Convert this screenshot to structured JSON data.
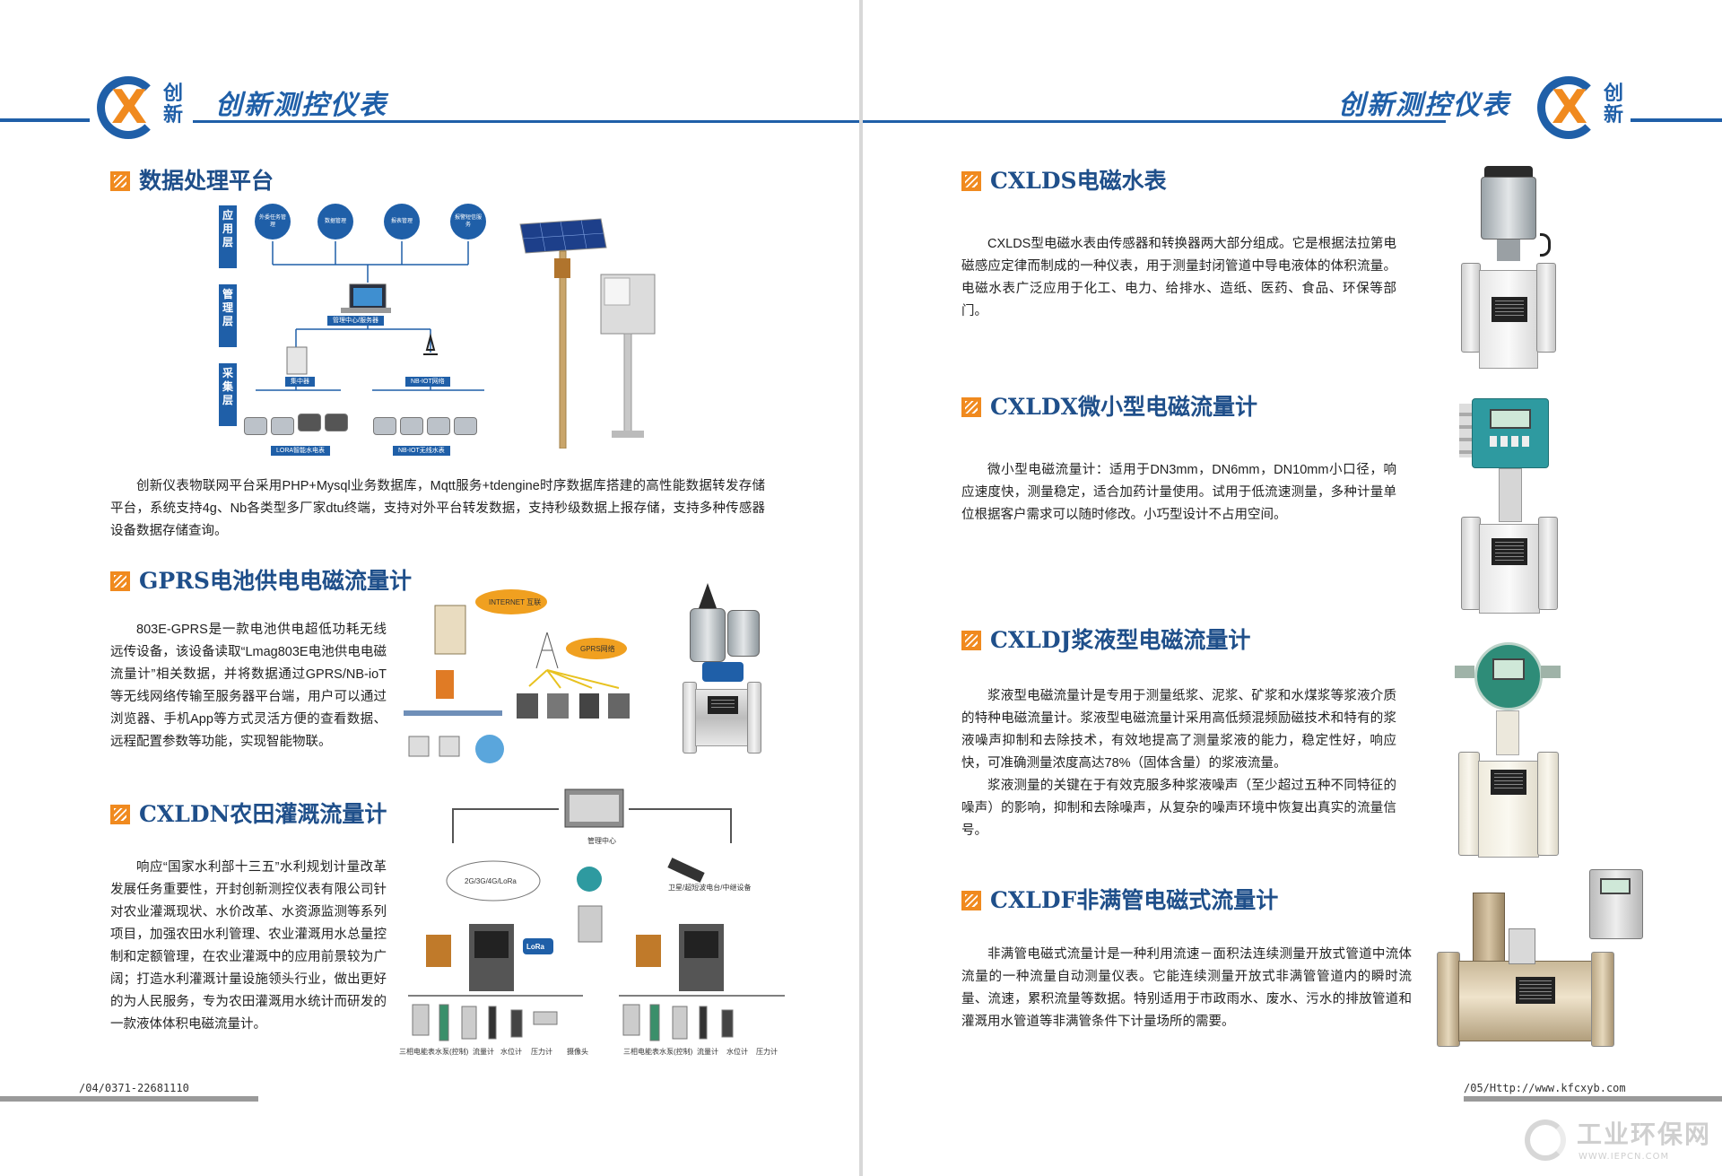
{
  "brand": {
    "logo_char_1": "创",
    "logo_char_2": "新",
    "name": "创新测控仪表"
  },
  "left_page": {
    "section1": {
      "title": "数据处理平台",
      "diagram": {
        "layers": [
          "应用层",
          "管理层",
          "采集层"
        ],
        "apps": [
          "外委任务管理",
          "数据管理",
          "报表管理",
          "报警短信服务"
        ],
        "server_label": "管理中心/服务器",
        "concentrator_label": "集中器",
        "nbiot_label": "NB-IOT网络",
        "lora_label": "LORA智能水电表",
        "nbiot_meter_label": "NB-IOT无线水表"
      },
      "text": "创新仪表物联网平台采用PHP+Mysql业务数据库，Mqtt服务+tdengine时序数据库搭建的高性能数据转发存储平台，系统支持4g、Nb各类型多厂家dtu终端，支持对外平台转发数据，支持秒级数据上报存储，支持多种传感器设备数据存储查询。"
    },
    "section2": {
      "title": "GPRS电池供电电磁流量计",
      "text": "803E-GPRS是一款电池供电超低功耗无线远传设备，该设备读取“Lmag803E电池供电电磁流量计”相关数据，并将数据通过GPRS/NB-ioT等无线网络传输至服务器平台端，用户可以通过浏览器、手机App等方式灵活方便的查看数据、远程配置参数等功能，实现智能物联。",
      "cloud_1": "INTERNET 互联",
      "cloud_2": "GPRS网络"
    },
    "section3": {
      "title": "CXLDN农田灌溉流量计",
      "text": "响应“国家水利部十三五”水利规划计量改革发展任务重要性，开封创新测控仪表有限公司针对农业灌溉现状、水价改革、水资源监测等系列项目，加强农田水利管理、农业灌溉用水总量控制和定额管理，在农业灌溉中的应用前景较为广阔；打造水利灌溉计量设施领头行业，做出更好的为人民服务，专为农田灌溉用水统计而研发的一款液体体积电磁流量计。",
      "diagram": {
        "center": "管理中心",
        "network": "2G/3G/4G/LoRa",
        "satellite": "卫星/超短波电台/中继设备",
        "lora": "LoRa",
        "devices_left": [
          "三相电能表",
          "水泵(控制)",
          "流量计",
          "水位计",
          "压力计",
          "摄像头"
        ],
        "devices_right": [
          "三相电能表",
          "水泵(控制)",
          "流量计",
          "水位计",
          "压力计"
        ]
      }
    },
    "footer": "/04/0371-22681110"
  },
  "right_page": {
    "section1": {
      "title": "CXLDS电磁水表",
      "text": "CXLDS型电磁水表由传感器和转换器两大部分组成。它是根据法拉第电磁感应定律而制成的一种仪表，用于测量封闭管道中导电液体的体积流量。电磁水表广泛应用于化工、电力、给排水、造纸、医药、食品、环保等部门。"
    },
    "section2": {
      "title": "CXLDX微小型电磁流量计",
      "text": "微小型电磁流量计：适用于DN3mm，DN6mm，DN10mm小口径，响应速度快，测量稳定，适合加药计量使用。试用于低流速测量，多种计量单位根据客户需求可以随时修改。小巧型设计不占用空间。"
    },
    "section3": {
      "title": "CXLDJ浆液型电磁流量计",
      "text_1": "浆液型电磁流量计是专用于测量纸浆、泥浆、矿浆和水煤浆等浆液介质的特种电磁流量计。浆液型电磁流量计采用高低频混频励磁技术和特有的浆液噪声抑制和去除技术，有效地提高了测量浆液的能力，稳定性好，响应快，可准确测量浓度高达78%（固体含量）的浆液流量。",
      "text_2": "浆液测量的关键在于有效克服多种浆液噪声（至少超过五种不同特征的噪声）的影响，抑制和去除噪声，从复杂的噪声环境中恢复出真实的流量信号。"
    },
    "section4": {
      "title": "CXLDF非满管电磁式流量计",
      "text": "非满管电磁式流量计是一种利用流速－面积法连续测量开放式管道中流体流量的一种流量自动测量仪表。它能连续测量开放式非满管管道内的瞬时流量、流速，累积流量等数据。特别适用于市政雨水、废水、污水的排放管道和灌溉用水管道等非满管条件下计量场所的需要。"
    },
    "footer": "/05/Http://www.kfcxyb.com"
  },
  "watermark": {
    "name": "工业环保网",
    "url": "WWW.IEPCN.COM"
  },
  "colors": {
    "brand_blue": "#1f5fa8",
    "accent_orange": "#f08a1f",
    "heading_blue": "#1f4f8a"
  }
}
